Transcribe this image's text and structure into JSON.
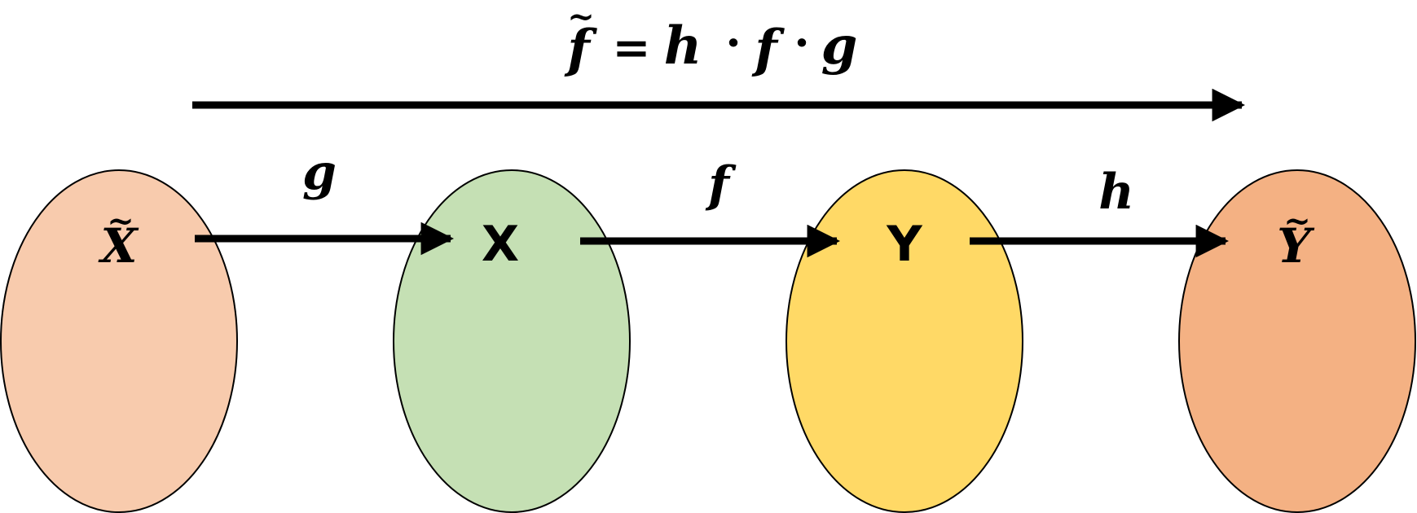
{
  "formula": {
    "lhs": "f",
    "lhs_accent": "~",
    "equals": "=",
    "terms": [
      "h",
      "f",
      "g"
    ],
    "operator": "·"
  },
  "nodes": [
    {
      "id": "x-tilde",
      "label": "X",
      "accent": "~",
      "italic": true,
      "color": "#F8CBAD"
    },
    {
      "id": "x",
      "label": "X",
      "accent": "",
      "italic": false,
      "color": "#C5E0B4"
    },
    {
      "id": "y",
      "label": "Y",
      "accent": "",
      "italic": false,
      "color": "#FFD966"
    },
    {
      "id": "y-tilde",
      "label": "Y",
      "accent": "~",
      "italic": true,
      "color": "#F4B183"
    }
  ],
  "edges": [
    {
      "from": "x-tilde",
      "to": "x",
      "label": "g"
    },
    {
      "from": "x",
      "to": "y",
      "label": "f"
    },
    {
      "from": "y",
      "to": "y-tilde",
      "label": "h"
    }
  ],
  "composite_arrow": {
    "from": "x-tilde",
    "to": "y-tilde"
  }
}
